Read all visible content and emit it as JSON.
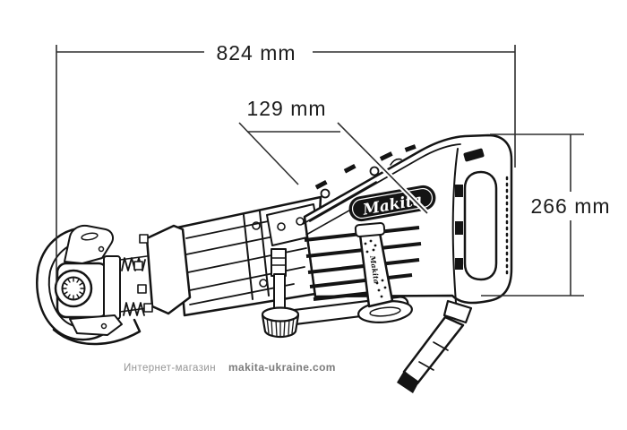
{
  "dimensions": {
    "overall_length": "824 mm",
    "front_section_length": "129 mm",
    "body_height": "266 mm"
  },
  "tool": {
    "logo_text": "Makita",
    "strap_text": "Makita"
  },
  "watermark": {
    "store_label": "Интернет-магазин",
    "site_label": "makita-ukraine.com"
  },
  "colors": {
    "line_art": "#141414",
    "dimension_lines": "#2f2f2f",
    "watermark_store": "#959595",
    "watermark_site": "#7c7c7c",
    "background": "#ffffff"
  }
}
